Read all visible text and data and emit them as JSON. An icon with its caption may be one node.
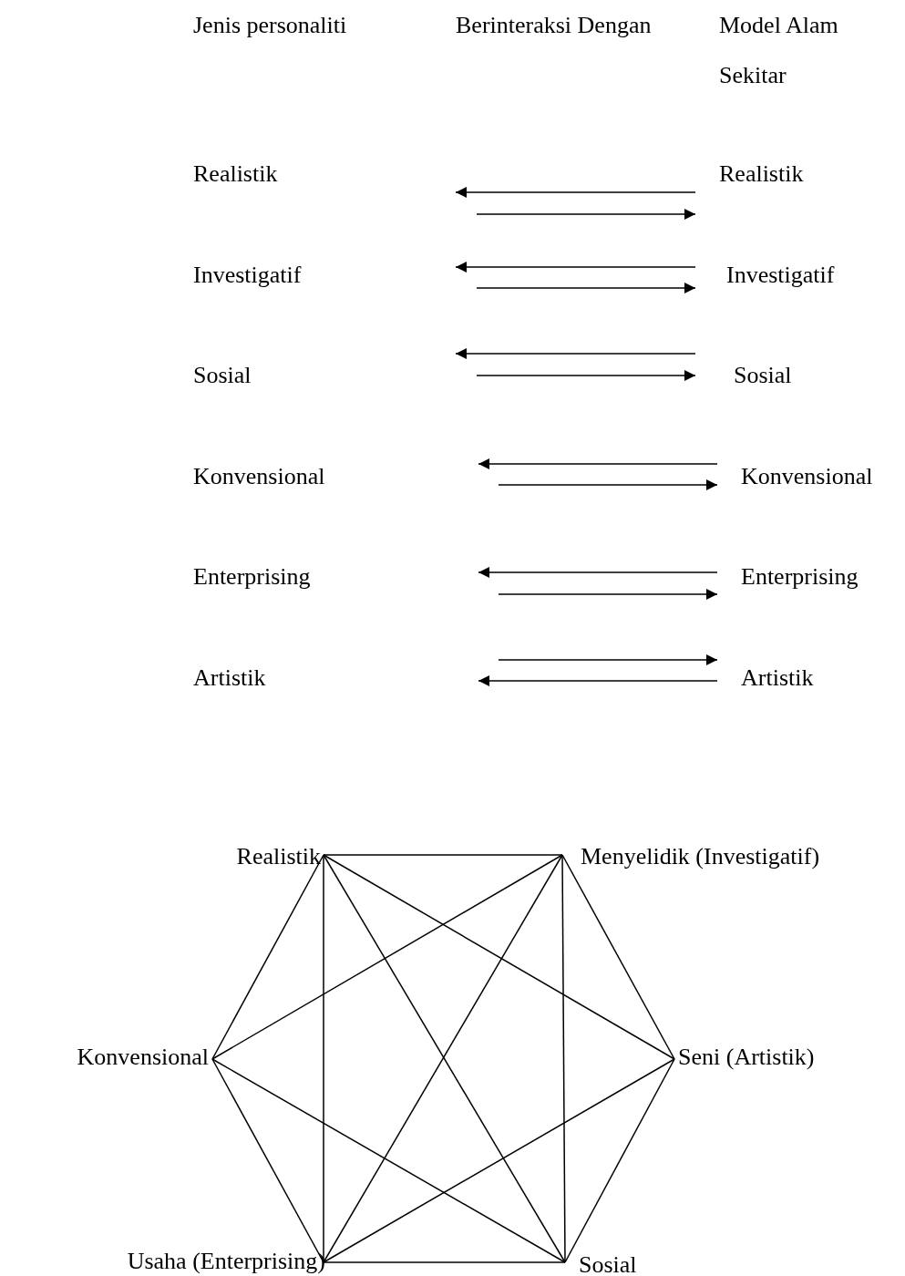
{
  "diagram": {
    "nodes": [
      {
        "text": [
          "Realistik"
        ]
      },
      {
        "text": [
          "Realistik"
        ]
      },
      {
        "text": [
          "Investigatif"
        ]
      },
      {
        "text": [
          "Investigatif"
        ]
      },
      {
        "text": [
          "Sosial"
        ]
      },
      {
        "text": [
          "Sosial"
        ]
      },
      {
        "text": [
          "Konvensional"
        ]
      },
      {
        "text": [
          "Konvensional"
        ]
      },
      {
        "text": [
          "Enterprising"
        ]
      },
      {
        "text": [
          "Enterprising"
        ]
      },
      {
        "text": [
          "Artistik"
        ]
      },
      {
        "text": [
          "Artistik"
        ]
      },
      {
        "text": [
          "Realistik"
        ]
      },
      {
        "text": [
          "Menyelidik (Investigatif)"
        ]
      },
      {
        "text": [
          "Konvensional"
        ]
      },
      {
        "text": [
          "Seni (Artistik)"
        ]
      },
      {
        "text": [
          "Usaha (Enterprising)"
        ]
      },
      {
        "text": [
          "Sosial"
        ]
      }
    ],
    "edges": [
      {
        "from": 1,
        "to": null,
        "arrow": "to"
      },
      {
        "from": null,
        "to": 1,
        "arrow": "to"
      },
      {
        "from": 3,
        "to": null,
        "arrow": "to"
      },
      {
        "from": null,
        "to": 3,
        "arrow": "to"
      },
      {
        "from": 5,
        "to": null,
        "arrow": "to"
      },
      {
        "from": null,
        "to": 5,
        "arrow": "to"
      },
      {
        "from": 7,
        "to": null,
        "arrow": "to"
      },
      {
        "from": null,
        "to": 7,
        "arrow": "to"
      },
      {
        "from": 9,
        "to": null,
        "arrow": "to"
      },
      {
        "from": null,
        "to": 9,
        "arrow": "to"
      },
      {
        "from": null,
        "to": 11,
        "arrow": "to"
      },
      {
        "from": 11,
        "to": null,
        "arrow": "to"
      },
      {
        "from": 12,
        "to": 13,
        "arrow": "none"
      },
      {
        "from": 12,
        "to": 14,
        "arrow": "none"
      },
      {
        "from": 12,
        "to": 15,
        "arrow": "none"
      },
      {
        "from": 12,
        "to": 16,
        "arrow": "none"
      },
      {
        "from": 12,
        "to": 17,
        "arrow": "none"
      },
      {
        "from": 13,
        "to": 14,
        "arrow": "none"
      },
      {
        "from": 13,
        "to": 15,
        "arrow": "none"
      },
      {
        "from": 13,
        "to": 16,
        "arrow": "none"
      },
      {
        "from": 13,
        "to": 17,
        "arrow": "none"
      },
      {
        "from": 14,
        "to": 16,
        "arrow": "none"
      },
      {
        "from": 14,
        "to": 17,
        "arrow": "none"
      },
      {
        "from": 15,
        "to": 16,
        "arrow": "none"
      },
      {
        "from": 15,
        "to": 17,
        "arrow": "none"
      },
      {
        "from": 16,
        "to": 17,
        "arrow": "none"
      }
    ],
    "labels": [
      "Jenis personaliti",
      "Berinteraksi Dengan",
      "Model Alam Sekitar"
    ]
  }
}
